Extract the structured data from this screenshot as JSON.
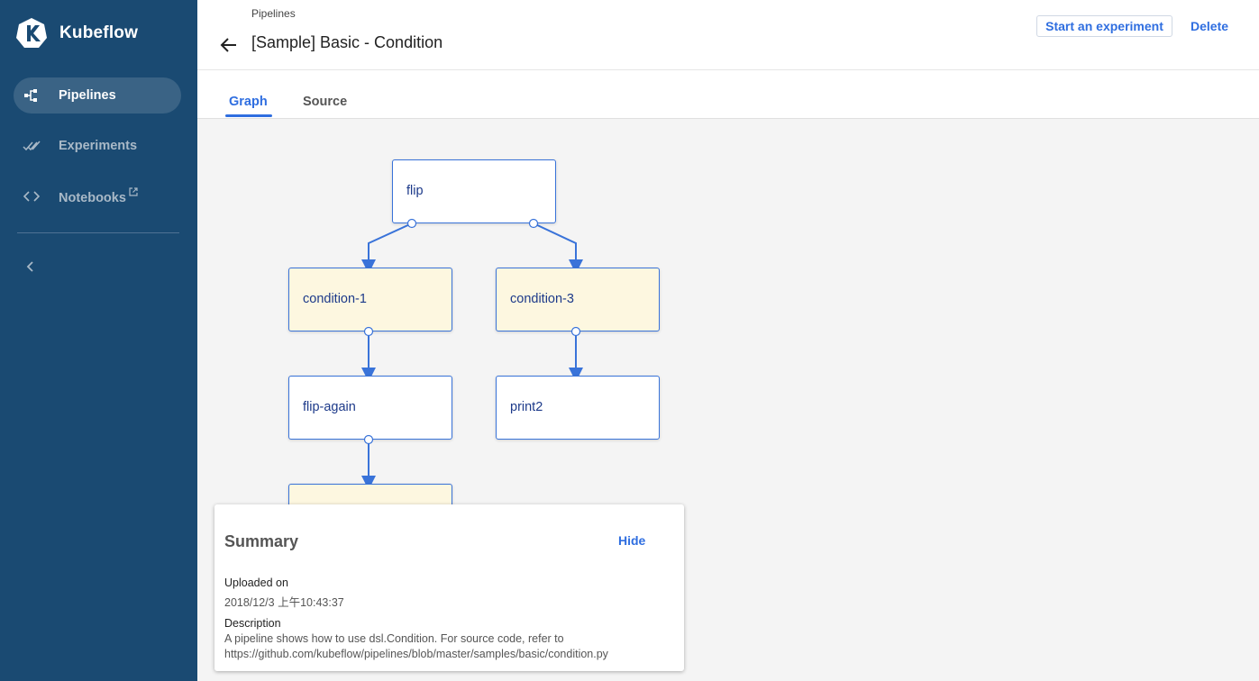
{
  "sidebar": {
    "brand": "Kubeflow",
    "items": [
      {
        "label": "Pipelines",
        "active": true,
        "icon": "pipelines-icon"
      },
      {
        "label": "Experiments",
        "active": false,
        "icon": "experiments-icon"
      },
      {
        "label": "Notebooks",
        "active": false,
        "icon": "code-icon",
        "external": true
      }
    ],
    "collapse_icon": "chevron-left-icon"
  },
  "header": {
    "breadcrumb": "Pipelines",
    "title": "[Sample] Basic - Condition",
    "start_experiment_label": "Start an experiment",
    "delete_label": "Delete"
  },
  "tabs": [
    {
      "label": "Graph",
      "active": true
    },
    {
      "label": "Source",
      "active": false
    }
  ],
  "graph": {
    "nodes": [
      {
        "id": "flip",
        "label": "flip",
        "kind": "task"
      },
      {
        "id": "condition-1",
        "label": "condition-1",
        "kind": "condition"
      },
      {
        "id": "condition-3",
        "label": "condition-3",
        "kind": "condition"
      },
      {
        "id": "flip-again",
        "label": "flip-again",
        "kind": "task"
      },
      {
        "id": "print2",
        "label": "print2",
        "kind": "task"
      },
      {
        "id": "partial-condition-node",
        "label": "",
        "kind": "condition"
      }
    ],
    "edges": [
      [
        "flip",
        "condition-1"
      ],
      [
        "flip",
        "condition-3"
      ],
      [
        "condition-1",
        "flip-again"
      ],
      [
        "condition-3",
        "print2"
      ],
      [
        "flip-again",
        "partial-condition-node"
      ]
    ]
  },
  "summary": {
    "title": "Summary",
    "hide_label": "Hide",
    "uploaded_label": "Uploaded on",
    "uploaded_value": "2018/12/3 上午10:43:37",
    "description_label": "Description",
    "description_line1": "A pipeline shows how to use dsl.Condition. For source code, refer to",
    "description_line2": "https://github.com/kubeflow/pipelines/blob/master/samples/basic/condition.py"
  },
  "colors": {
    "sidebar_bg": "#1a4a72",
    "accent": "#2f6ee0",
    "condition_node_bg": "#fdf7e0",
    "graph_bg": "#f4f4f4"
  }
}
